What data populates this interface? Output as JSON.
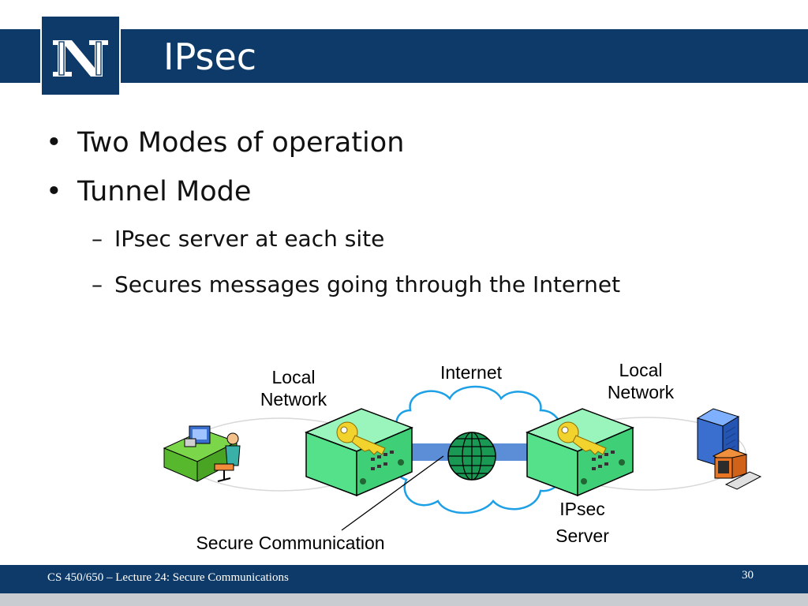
{
  "slide": {
    "title": "IPsec",
    "logo_letter": "N",
    "bullets": [
      "Two Modes of operation",
      "Tunnel Mode"
    ],
    "sub_bullets": [
      "IPsec server at each site",
      "Secures messages going through the Internet"
    ]
  },
  "diagram": {
    "left_network_label": [
      "Local",
      "Network"
    ],
    "internet_label": "Internet",
    "right_network_label": [
      "Local",
      "Network"
    ],
    "server_label": [
      "IPsec",
      "Server"
    ],
    "secure_comm_label": "Secure Communication"
  },
  "footer": {
    "text": "CS 450/650 – Lecture 24: Secure Communications",
    "page": "30"
  },
  "colors": {
    "brand_navy": "#0d3a68",
    "server_green": "#66ee99",
    "tunnel_blue": "#5b8ed6",
    "cloud_outline": "#1ea0e6"
  }
}
